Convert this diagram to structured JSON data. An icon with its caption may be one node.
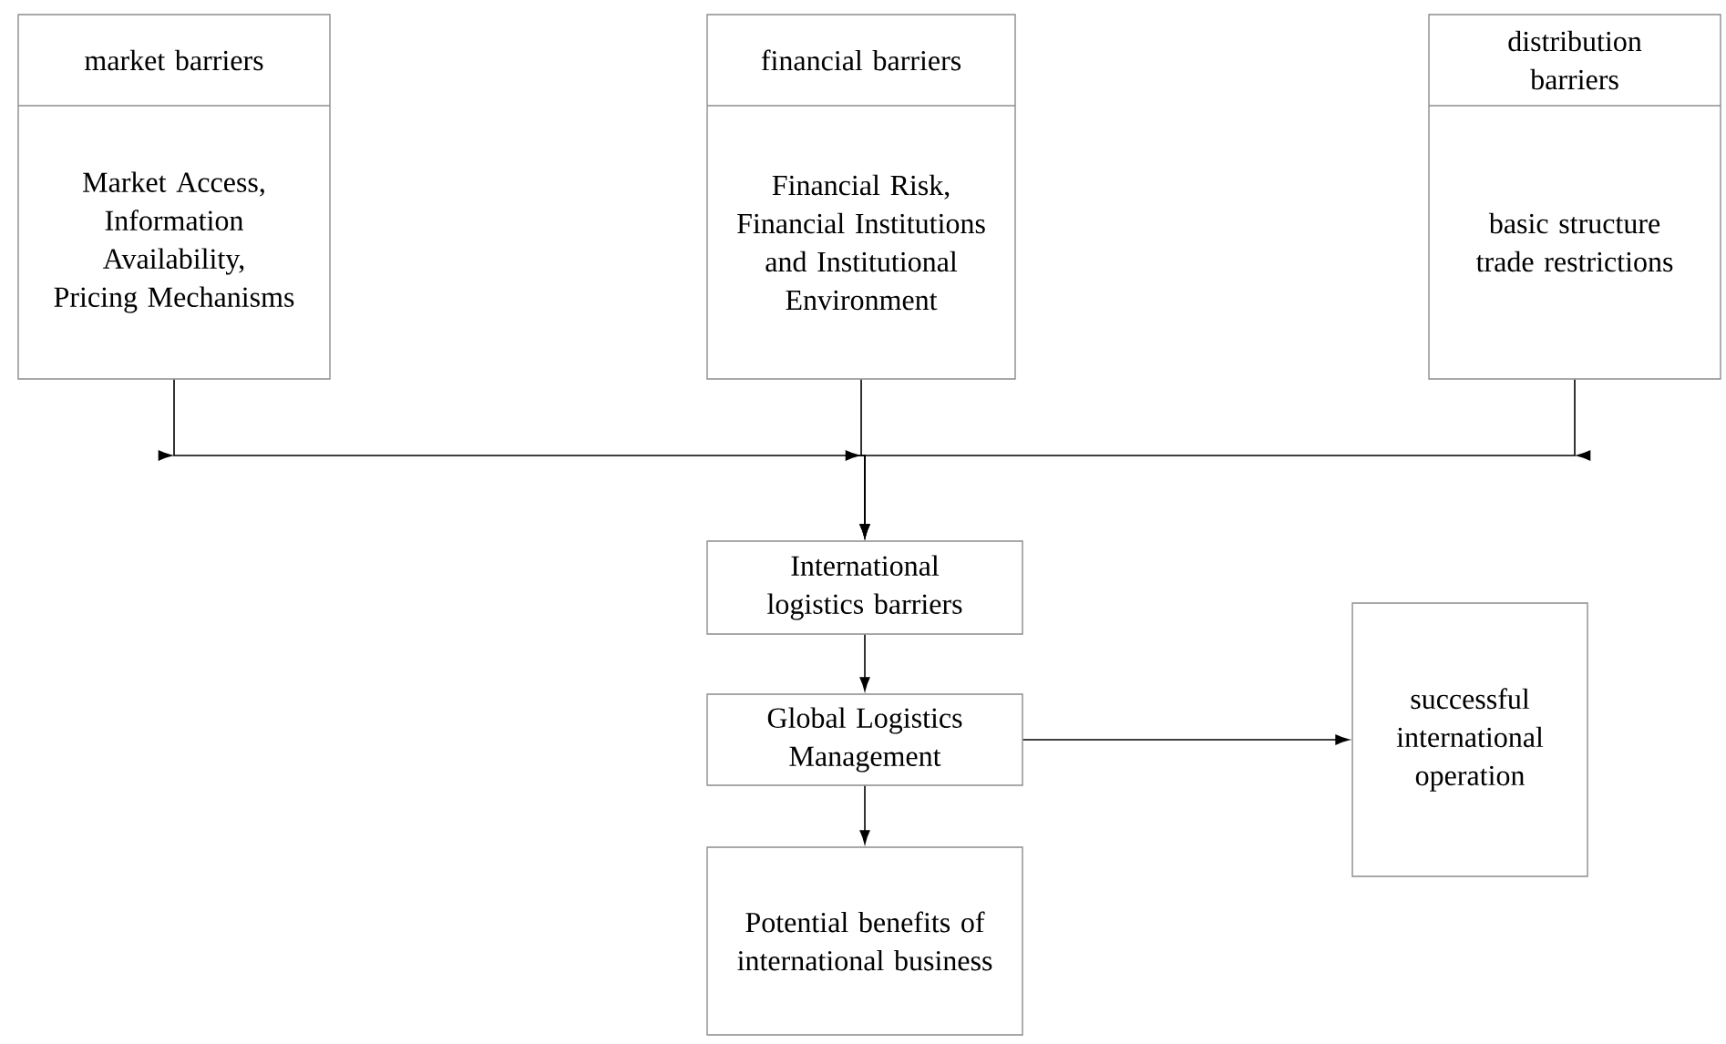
{
  "diagram": {
    "nodes": [
      {
        "text": [
          "market barriers",
          "Market Access, Information Availability, Pricing Mechanisms"
        ]
      },
      {
        "text": [
          "financial barriers",
          "Financial Risk, Financial Institutions and Institutional Environment"
        ]
      },
      {
        "text": [
          "distribution barriers",
          "basic structure trade restrictions"
        ]
      },
      {
        "text": [
          "International logistics barriers"
        ]
      },
      {
        "text": [
          "Global Logistics Management"
        ]
      },
      {
        "text": [
          "Potential benefits of international business"
        ]
      },
      {
        "text": [
          "successful international operation"
        ]
      }
    ],
    "edges": [
      {
        "from": 0,
        "to": 3,
        "arrow": "to"
      },
      {
        "from": 1,
        "to": 3,
        "arrow": "to"
      },
      {
        "from": 2,
        "to": 3,
        "arrow": "to"
      },
      {
        "from": 3,
        "to": 4,
        "arrow": "to"
      },
      {
        "from": 4,
        "to": 5,
        "arrow": "to"
      },
      {
        "from": 4,
        "to": 6,
        "arrow": "to"
      }
    ]
  }
}
